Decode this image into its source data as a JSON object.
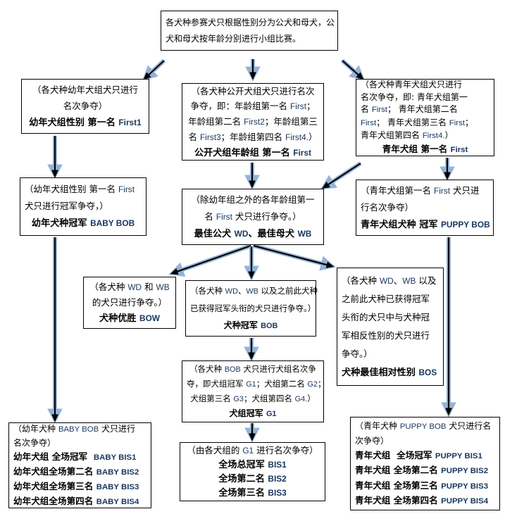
{
  "colors": {
    "english": "#17365d",
    "arrow_blue": "#95b3d7",
    "arrow_black": "#000000",
    "border": "#000000",
    "background": "#ffffff"
  },
  "boxes": {
    "intro": {
      "lines": [
        {
          "s": [
            {
              "t": "各犬种参赛犬只根据性别分为公犬和母犬，公"
            }
          ]
        },
        {
          "s": [
            {
              "t": "犬和母犬按年龄分别进行小组比赛。"
            }
          ]
        }
      ]
    },
    "baby_first": {
      "lines": [
        {
          "c": true,
          "s": [
            {
              "t": "（各犬种幼年犬组犬只进行"
            }
          ]
        },
        {
          "c": true,
          "s": [
            {
              "t": "名次争夺）"
            }
          ]
        },
        {
          "c": true,
          "s": [
            {
              "t": "幼年犬组性别 第一名 ",
              "b": true
            },
            {
              "t": "First1",
              "b": true,
              "en": true
            }
          ]
        }
      ]
    },
    "open_first": {
      "lines": [
        {
          "c": true,
          "s": [
            {
              "t": "（各犬种公开犬组犬只进行名次"
            }
          ]
        },
        {
          "c": true,
          "s": [
            {
              "t": "争夺，即：年龄组第一名 "
            },
            {
              "t": "First",
              "en": true
            },
            {
              "t": "；"
            }
          ]
        },
        {
          "c": true,
          "s": [
            {
              "t": "年龄组第二名 "
            },
            {
              "t": "First2",
              "en": true
            },
            {
              "t": "；年龄组第三"
            }
          ]
        },
        {
          "c": true,
          "s": [
            {
              "t": "名 "
            },
            {
              "t": "First3",
              "en": true
            },
            {
              "t": "；年龄组第四名 "
            },
            {
              "t": "First4.",
              "en": true
            },
            {
              "t": "）"
            }
          ]
        },
        {
          "c": true,
          "s": [
            {
              "t": "公开犬组年龄组 第一名 ",
              "b": true
            },
            {
              "t": "First",
              "b": true,
              "en": true
            }
          ]
        }
      ]
    },
    "puppy_first": {
      "lines": [
        {
          "s": [
            {
              "t": "（各犬种青年犬组犬只进行"
            }
          ]
        },
        {
          "s": [
            {
              "t": "名次争夺，即: 青年犬组第一"
            }
          ]
        },
        {
          "s": [
            {
              "t": "名 "
            },
            {
              "t": "First",
              "en": true
            },
            {
              "t": "； 青年犬组第二名"
            }
          ]
        },
        {
          "s": [
            {
              "t": "First",
              "en": true
            },
            {
              "t": "； 青年犬组第三名 "
            },
            {
              "t": "First",
              "en": true
            },
            {
              "t": "；"
            }
          ]
        },
        {
          "s": [
            {
              "t": "青年犬组第四名 "
            },
            {
              "t": "First4.",
              "en": true
            },
            {
              "t": "）"
            }
          ]
        },
        {
          "c": true,
          "s": [
            {
              "t": "青年犬组 第一名 ",
              "b": true
            },
            {
              "t": "First",
              "b": true,
              "en": true
            }
          ]
        }
      ]
    },
    "baby_bob": {
      "lines": [
        {
          "s": [
            {
              "t": "（幼年犬组性别 第一名 "
            },
            {
              "t": "First",
              "en": true
            }
          ]
        },
        {
          "s": [
            {
              "t": "犬只进行冠军争夺，）"
            }
          ]
        },
        {
          "c": true,
          "s": [
            {
              "t": "幼年犬种冠军 ",
              "b": true
            },
            {
              "t": "BABY BOB",
              "b": true,
              "en": true
            }
          ]
        }
      ]
    },
    "wd_wb": {
      "lines": [
        {
          "c": true,
          "s": [
            {
              "t": "（除幼年组之外的各年龄组第一"
            }
          ]
        },
        {
          "c": true,
          "s": [
            {
              "t": "名 "
            },
            {
              "t": "First",
              "en": true
            },
            {
              "t": " 犬只进行争夺。）"
            }
          ]
        },
        {
          "c": true,
          "s": [
            {
              "t": "最佳公犬 ",
              "b": true
            },
            {
              "t": "WD",
              "b": true,
              "en": true
            },
            {
              "t": "、最佳母犬 ",
              "b": true
            },
            {
              "t": "WB",
              "b": true,
              "en": true
            }
          ]
        }
      ]
    },
    "puppy_bob": {
      "lines": [
        {
          "s": [
            {
              "t": "（青年犬组第一名 "
            },
            {
              "t": "First",
              "en": true
            },
            {
              "t": " 犬只进"
            }
          ]
        },
        {
          "s": [
            {
              "t": "行名次争夺）"
            }
          ]
        },
        {
          "s": [
            {
              "t": "青年犬组犬种 冠军 ",
              "b": true
            },
            {
              "t": "PUPPY BOB",
              "b": true,
              "en": true
            }
          ]
        }
      ]
    },
    "bow": {
      "lines": [
        {
          "c": true,
          "s": [
            {
              "t": "（各犬种 "
            },
            {
              "t": "WD",
              "en": true
            },
            {
              "t": " 和 "
            },
            {
              "t": "WB",
              "en": true
            }
          ]
        },
        {
          "c": true,
          "s": [
            {
              "t": "的犬只进行争夺。）"
            }
          ]
        },
        {
          "c": true,
          "s": [
            {
              "t": "犬种优胜 ",
              "b": true
            },
            {
              "t": "BOW",
              "b": true,
              "en": true
            }
          ]
        }
      ]
    },
    "bob": {
      "lines": [
        {
          "c": true,
          "s": [
            {
              "t": "（各犬种 "
            },
            {
              "t": "WD",
              "en": true
            },
            {
              "t": "、"
            },
            {
              "t": "WB",
              "en": true
            },
            {
              "t": " 以及之前此犬种"
            }
          ]
        },
        {
          "c": true,
          "s": [
            {
              "t": "已获得冠军头衔的犬只进行争夺。）"
            }
          ]
        },
        {
          "c": true,
          "s": [
            {
              "t": "犬种冠军 ",
              "b": true
            },
            {
              "t": "BOB",
              "b": true,
              "en": true
            }
          ]
        }
      ]
    },
    "bos": {
      "lines": [
        {
          "s": [
            {
              "t": "（各犬种 "
            },
            {
              "t": "WD",
              "en": true
            },
            {
              "t": "、"
            },
            {
              "t": "WB",
              "en": true
            },
            {
              "t": " 以及"
            }
          ]
        },
        {
          "s": [
            {
              "t": "之前此犬种已获得冠军"
            }
          ]
        },
        {
          "s": [
            {
              "t": "头衔的犬只中与犬种冠"
            }
          ]
        },
        {
          "s": [
            {
              "t": "军相反性别的犬只进行"
            }
          ]
        },
        {
          "s": [
            {
              "t": "争夺。）"
            }
          ]
        },
        {
          "s": [
            {
              "t": "犬种最佳相对性别 ",
              "b": true
            },
            {
              "t": "BOS",
              "b": true,
              "en": true
            }
          ]
        }
      ]
    },
    "g1": {
      "lines": [
        {
          "c": true,
          "s": [
            {
              "t": "（各犬种 "
            },
            {
              "t": "BOB",
              "en": true
            },
            {
              "t": " 犬只进行犬组名次争"
            }
          ]
        },
        {
          "c": true,
          "s": [
            {
              "t": "夺，即犬组冠军 "
            },
            {
              "t": "G1",
              "en": true
            },
            {
              "t": "；犬组第二名 "
            },
            {
              "t": "G2",
              "en": true
            },
            {
              "t": "；"
            }
          ]
        },
        {
          "c": true,
          "s": [
            {
              "t": "犬组第三名 "
            },
            {
              "t": "G3",
              "en": true
            },
            {
              "t": "；犬组第四名 "
            },
            {
              "t": "G4.",
              "en": true
            },
            {
              "t": "）"
            }
          ]
        },
        {
          "c": true,
          "s": [
            {
              "t": "犬组冠军 ",
              "b": true
            },
            {
              "t": "G1",
              "b": true,
              "en": true
            }
          ]
        }
      ]
    },
    "bis": {
      "lines": [
        {
          "c": true,
          "s": [
            {
              "t": "（由各犬组的 "
            },
            {
              "t": "G1",
              "en": true
            },
            {
              "t": " 进行名次争夺）"
            }
          ]
        },
        {
          "c": true,
          "s": [
            {
              "t": "全场总冠军 ",
              "b": true
            },
            {
              "t": "BIS1",
              "b": true,
              "en": true
            }
          ]
        },
        {
          "c": true,
          "s": [
            {
              "t": "全场第二名 ",
              "b": true
            },
            {
              "t": "BIS2",
              "b": true,
              "en": true
            }
          ]
        },
        {
          "c": true,
          "s": [
            {
              "t": "全场第三名 ",
              "b": true
            },
            {
              "t": "BIS3",
              "b": true,
              "en": true
            }
          ]
        }
      ]
    },
    "baby_bis": {
      "lines": [
        {
          "s": [
            {
              "t": "（幼年犬种 "
            },
            {
              "t": "BABY BOB",
              "en": true
            },
            {
              "t": " 犬只进行"
            }
          ]
        },
        {
          "s": [
            {
              "t": "名次争夺）"
            }
          ]
        },
        {
          "s": [
            {
              "t": "幼年犬组 全场冠军  ",
              "b": true
            },
            {
              "t": "BABY BIS1",
              "b": true,
              "en": true
            }
          ]
        },
        {
          "s": [
            {
              "t": "幼年犬组全场第二名 ",
              "b": true
            },
            {
              "t": "BABY BIS2",
              "b": true,
              "en": true
            }
          ]
        },
        {
          "s": [
            {
              "t": "幼年犬组全场第三名 ",
              "b": true
            },
            {
              "t": "BABY BIS3",
              "b": true,
              "en": true
            }
          ]
        },
        {
          "s": [
            {
              "t": "幼年犬组全场第四名 ",
              "b": true
            },
            {
              "t": "BABY BIS4",
              "b": true,
              "en": true
            }
          ]
        }
      ]
    },
    "puppy_bis": {
      "lines": [
        {
          "s": [
            {
              "t": "（青年犬种 "
            },
            {
              "t": "PUPPY BOB",
              "en": true
            },
            {
              "t": " 犬只进行名"
            }
          ]
        },
        {
          "s": [
            {
              "t": "次争夺）"
            }
          ]
        },
        {
          "s": [
            {
              "t": "青年犬组  全场冠军 ",
              "b": true
            },
            {
              "t": "PUPPY BIS1",
              "b": true,
              "en": true
            }
          ]
        },
        {
          "s": [
            {
              "t": "青年犬组 全场第二名 ",
              "b": true
            },
            {
              "t": "PUPPY BIS2",
              "b": true,
              "en": true
            }
          ]
        },
        {
          "s": [
            {
              "t": "青年犬组 全场第三名 ",
              "b": true
            },
            {
              "t": "PUPPY BIS3",
              "b": true,
              "en": true
            }
          ]
        },
        {
          "s": [
            {
              "t": "青年犬组 全场第四名 ",
              "b": true
            },
            {
              "t": "PUPPY BIS4",
              "b": true,
              "en": true
            }
          ]
        }
      ]
    }
  }
}
